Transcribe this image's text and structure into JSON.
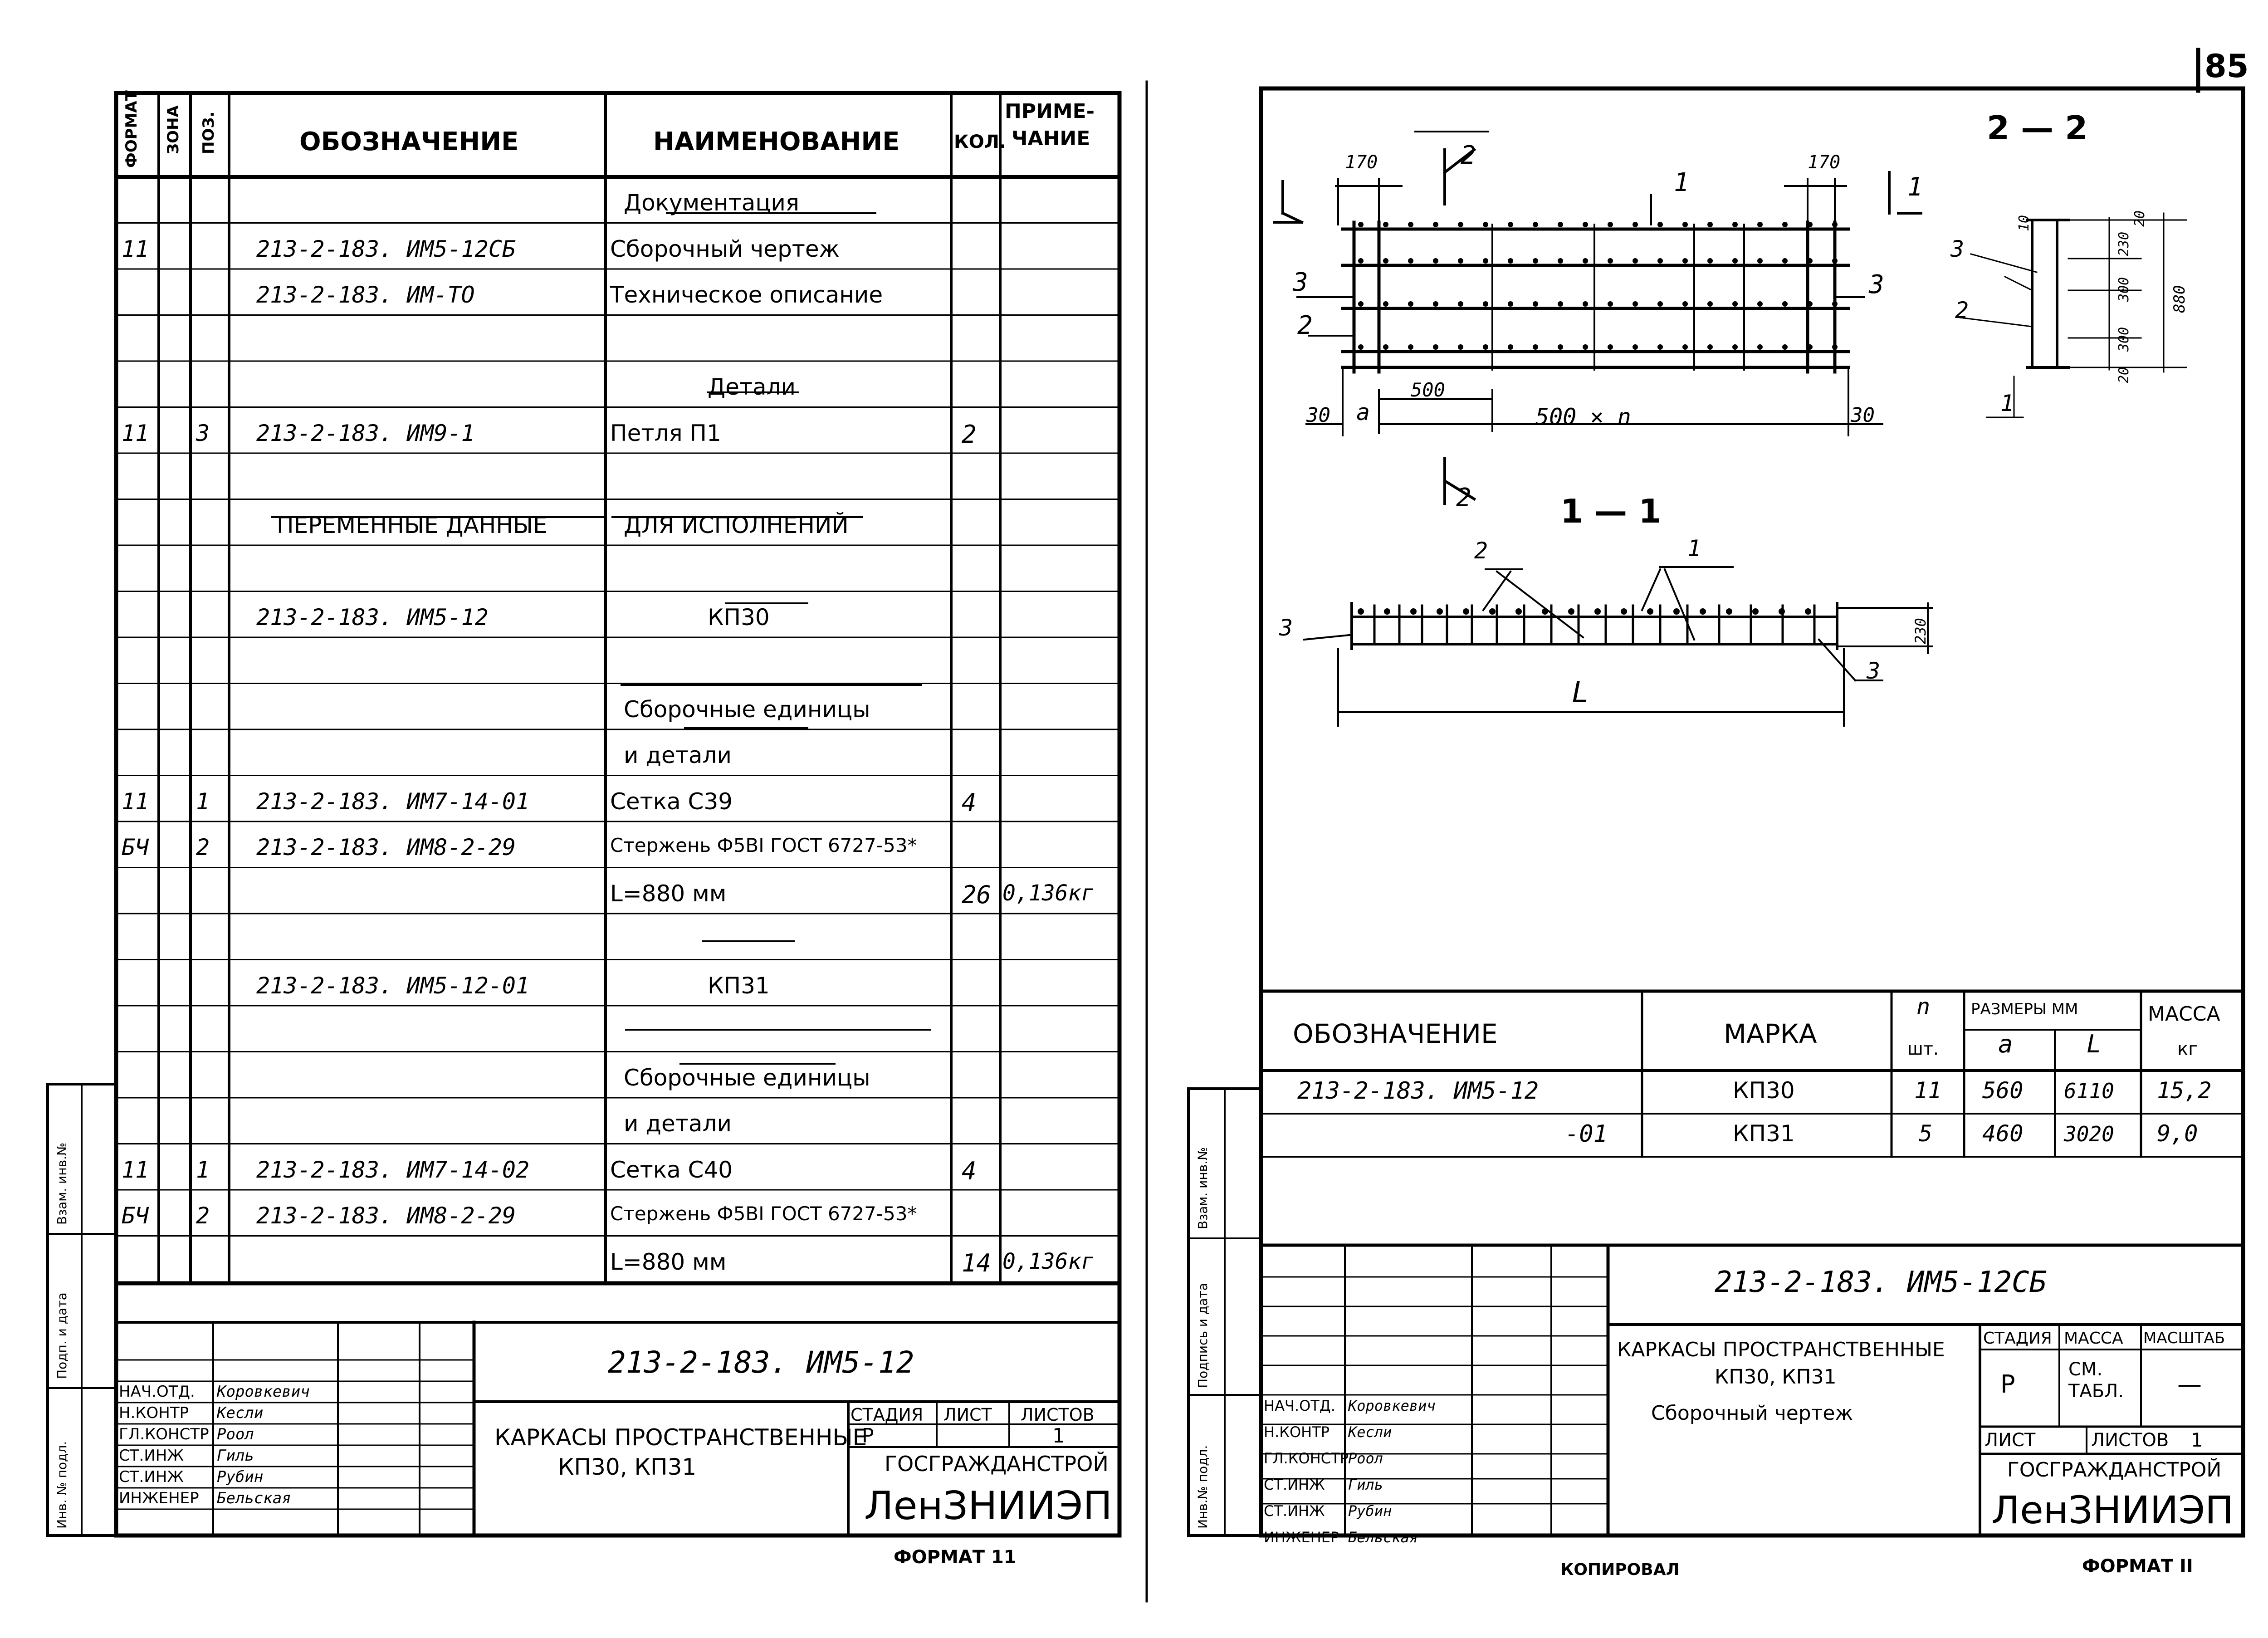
{
  "page_number": "85",
  "spec_table": {
    "headers": {
      "format": "ФОРМАТ",
      "zone": "ЗОНА",
      "pos": "ПОЗ.",
      "designation": "ОБОЗНАЧЕНИЕ",
      "name": "НАИМЕНОВАНИЕ",
      "qty": "КОЛ.",
      "note_line1": "ПРИМЕ-",
      "note_line2": "ЧАНИЕ"
    },
    "rows": [
      {
        "format": "",
        "pos": "",
        "designation": "",
        "name": "Документация",
        "qty": "",
        "note": "",
        "section": true
      },
      {
        "format": "11",
        "pos": "",
        "designation": "213-2-183. ИМ5-12СБ",
        "name": "Сборочный чертеж",
        "qty": "",
        "note": ""
      },
      {
        "format": "",
        "pos": "",
        "designation": "213-2-183. ИМ-ТО",
        "name": "Техническое описание",
        "qty": "",
        "note": ""
      },
      {
        "format": "",
        "pos": "",
        "designation": "",
        "name": "",
        "qty": "",
        "note": ""
      },
      {
        "format": "",
        "pos": "",
        "designation": "",
        "name": "Детали",
        "qty": "",
        "note": "",
        "section": true
      },
      {
        "format": "11",
        "pos": "3",
        "designation": "213-2-183. ИМ9-1",
        "name": "Петля П1",
        "qty": "2",
        "note": ""
      },
      {
        "format": "",
        "pos": "",
        "designation": "",
        "name": "",
        "qty": "",
        "note": ""
      },
      {
        "format": "",
        "pos": "",
        "designation": "ПЕРЕМЕННЫЕ ДАННЫЕ",
        "name": "ДЛЯ ИСПОЛНЕНИЙ",
        "qty": "",
        "note": "",
        "section": true
      },
      {
        "format": "",
        "pos": "",
        "designation": "",
        "name": "",
        "qty": "",
        "note": ""
      },
      {
        "format": "",
        "pos": "",
        "designation": "213-2-183. ИМ5-12",
        "name": "КП30",
        "qty": "",
        "note": "",
        "section": true
      },
      {
        "format": "",
        "pos": "",
        "designation": "",
        "name": "",
        "qty": "",
        "note": ""
      },
      {
        "format": "",
        "pos": "",
        "designation": "",
        "name": "Сборочные единицы",
        "qty": "",
        "note": "",
        "section": true
      },
      {
        "format": "",
        "pos": "",
        "designation": "",
        "name": "и детали",
        "qty": "",
        "note": "",
        "section": true
      },
      {
        "format": "11",
        "pos": "1",
        "designation": "213-2-183. ИМ7-14-01",
        "name": "Сетка С39",
        "qty": "4",
        "note": ""
      },
      {
        "format": "БЧ",
        "pos": "2",
        "designation": "213-2-183. ИМ8-2-29",
        "name": "Стержень Ф5ВI ГОСТ 6727-53*",
        "qty": "",
        "note": ""
      },
      {
        "format": "",
        "pos": "",
        "designation": "",
        "name": "L=880 мм",
        "qty": "26",
        "note": "0,136кг"
      },
      {
        "format": "",
        "pos": "",
        "designation": "",
        "name": "",
        "qty": "",
        "note": ""
      },
      {
        "format": "",
        "pos": "",
        "designation": "213-2-183. ИМ5-12-01",
        "name": "КП31",
        "qty": "",
        "note": "",
        "section": true
      },
      {
        "format": "",
        "pos": "",
        "designation": "",
        "name": "",
        "qty": "",
        "note": ""
      },
      {
        "format": "",
        "pos": "",
        "designation": "",
        "name": "Сборочные единицы",
        "qty": "",
        "note": "",
        "section": true
      },
      {
        "format": "",
        "pos": "",
        "designation": "",
        "name": "и детали",
        "qty": "",
        "note": "",
        "section": true
      },
      {
        "format": "11",
        "pos": "1",
        "designation": "213-2-183. ИМ7-14-02",
        "name": "Сетка С40",
        "qty": "4",
        "note": ""
      },
      {
        "format": "БЧ",
        "pos": "2",
        "designation": "213-2-183. ИМ8-2-29",
        "name": "Стержень Ф5ВI ГОСТ 6727-53*",
        "qty": "",
        "note": ""
      },
      {
        "format": "",
        "pos": "",
        "designation": "",
        "name": "L=880 мм",
        "qty": "14",
        "note": "0,136кг"
      }
    ]
  },
  "left_side_strip": {
    "c1": "Инв. № подл.",
    "c2": "Подп. и дата",
    "c3": "Взам. инв.№"
  },
  "left_stamp": {
    "code": "213-2-183. ИМ5-12",
    "title_line1": "КАРКАСЫ ПРОСТРАНСТВЕННЫЕ",
    "title_line2": "КП30, КП31",
    "stage_label": "СТАДИЯ",
    "sheet_label": "ЛИСТ",
    "sheets_label": "ЛИСТОВ",
    "stage": "Р",
    "sheet": "",
    "sheets": "1",
    "org1": "ГОСГРАЖДАНСТРОЙ",
    "org2": "ЛенЗНИИЭП",
    "people": [
      {
        "role": "НАЧ.ОТД.",
        "name": "Коровкевич"
      },
      {
        "role": "Н.КОНТР",
        "name": "Кесли"
      },
      {
        "role": "ГЛ.КОНСТР",
        "name": "Роол"
      },
      {
        "role": "СТ.ИНЖ",
        "name": "Гиль"
      },
      {
        "role": "СТ.ИНЖ",
        "name": "Рубин"
      },
      {
        "role": "ИНЖЕНЕР",
        "name": "Бельская"
      }
    ],
    "format_label": "ФОРМАТ 11"
  },
  "drawing": {
    "section_2_2": "2 — 2",
    "section_1_1": "1 — 1",
    "labels": {
      "l1": "1",
      "l2": "2",
      "l3": "3",
      "d170a": "170",
      "d170b": "170",
      "d500": "500",
      "d500n": "500 × n",
      "d30a": "30",
      "d30b": "30",
      "da": "a",
      "dL": "L",
      "d230": "230",
      "s10": "10",
      "s20a": "20",
      "s230": "230",
      "s300a": "300",
      "s880": "880",
      "s300b": "300",
      "s20b": "20"
    }
  },
  "dim_table": {
    "headers": {
      "designation": "ОБОЗНАЧЕНИЕ",
      "mark": "МАРКА",
      "n_top": "n",
      "n_bottom": "шт.",
      "dims": "РАЗМЕРЫ ММ",
      "a": "a",
      "L": "L",
      "mass_top": "МАССА",
      "mass_bottom": "кг"
    },
    "rows": [
      {
        "designation": "213-2-183. ИМ5-12",
        "mark": "КП30",
        "n": "11",
        "a": "560",
        "L": "6110",
        "mass": "15,2"
      },
      {
        "designation": "-01",
        "mark": "КП31",
        "n": "5",
        "a": "460",
        "L": "3020",
        "mass": "9,0"
      }
    ]
  },
  "right_side_strip": {
    "c1": "Инв.№ подл.",
    "c2": "Подпись и дата",
    "c3": "Взам. инв.№"
  },
  "right_stamp": {
    "code": "213-2-183. ИМ5-12СБ",
    "title_line1": "КАРКАСЫ ПРОСТРАНСТВЕННЫЕ",
    "title_line2": "КП30, КП31",
    "title_line3": "Сборочный чертеж",
    "stage_label": "СТАДИЯ",
    "mass_label": "МАССА",
    "scale_label": "МАСШТАБ",
    "stage": "Р",
    "mass": "СМ. ТАБЛ.",
    "scale": "—",
    "sheet_label": "ЛИСТ",
    "sheets_label": "ЛИСТОВ",
    "sheets": "1",
    "org1": "ГОСГРАЖДАНСТРОЙ",
    "org2": "ЛенЗНИИЭП",
    "people": [
      {
        "role": "НАЧ.ОТД.",
        "name": "Коровкевич"
      },
      {
        "role": "Н.КОНТР",
        "name": "Кесли"
      },
      {
        "role": "ГЛ.КОНСТР",
        "name": "Роол"
      },
      {
        "role": "СТ.ИНЖ",
        "name": "Гиль"
      },
      {
        "role": "СТ.ИНЖ",
        "name": "Рубин"
      },
      {
        "role": "ИНЖЕНЕР",
        "name": "Бельская"
      }
    ],
    "copied_label": "КОПИРОВАЛ",
    "format_label": "ФОРМАТ II"
  }
}
